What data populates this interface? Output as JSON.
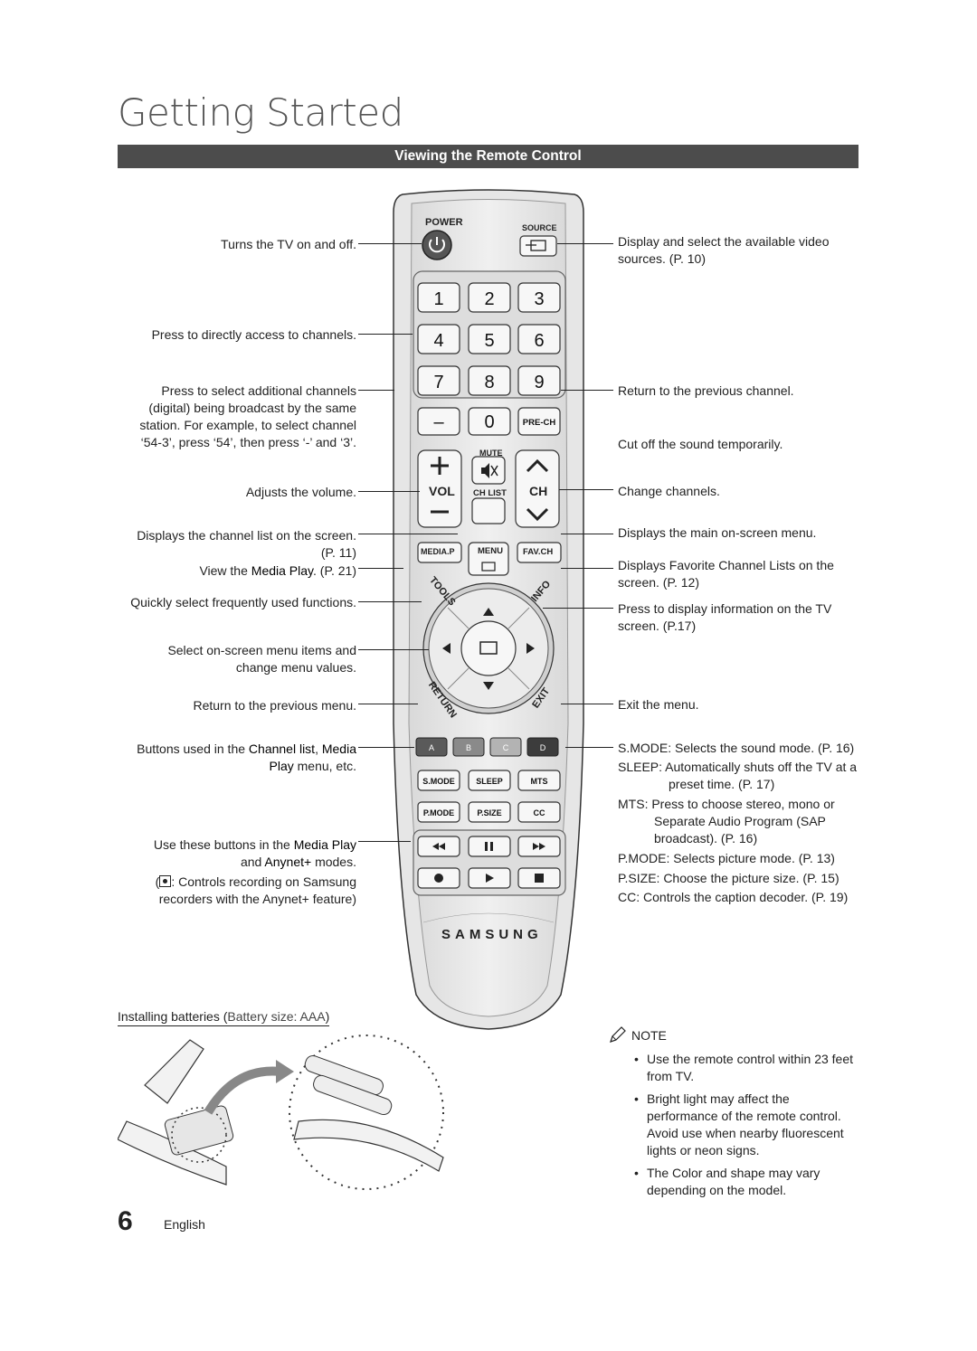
{
  "page_title": "Getting Started",
  "section_header": "Viewing the Remote Control",
  "remote": {
    "power_label": "POWER",
    "source_label": "SOURCE",
    "num_keys": [
      "1",
      "2",
      "3",
      "4",
      "5",
      "6",
      "7",
      "8",
      "9"
    ],
    "dash_key": "–",
    "zero_key": "0",
    "prech_label": "PRE-CH",
    "mute_label": "MUTE",
    "vol_label": "VOL",
    "chlist_label": "CH LIST",
    "ch_label": "CH",
    "mediap_label": "MEDIA.P",
    "menu_label": "MENU",
    "favch_label": "FAV.CH",
    "tools_label": "TOOLS",
    "info_label": "INFO",
    "return_label": "RETURN",
    "exit_label": "EXIT",
    "color_keys": [
      {
        "label": "A",
        "color": "#5a5a5a"
      },
      {
        "label": "B",
        "color": "#8a8a8a"
      },
      {
        "label": "C",
        "color": "#b3b3b3"
      },
      {
        "label": "D",
        "color": "#3c3c3c"
      }
    ],
    "row_keys_1": [
      "S.MODE",
      "SLEEP",
      "MTS"
    ],
    "row_keys_2": [
      "P.MODE",
      "P.SIZE",
      "CC"
    ],
    "brand": "SAMSUNG"
  },
  "left_labels": {
    "power": "Turns the TV on and off.",
    "numbers": "Press to directly access to channels.",
    "dash": [
      "Press to select additional channels",
      "(digital) being broadcast by the same",
      "station. For example, to select channel",
      "‘54-3’, press ‘54’, then press ‘-’ and ‘3’."
    ],
    "volume": "Adjusts the volume.",
    "chlist": [
      "Displays the channel list on the screen.",
      "(P. 11)"
    ],
    "mediap_pre": "View the ",
    "mediap_bold": "Media Play",
    "mediap_post": ". (P. 21)",
    "tools": "Quickly select frequently used functions.",
    "nav": [
      "Select on-screen menu items and",
      "change menu values."
    ],
    "return": "Return to the previous menu.",
    "color_pre": "Buttons used in the ",
    "color_bold1": "Channel list",
    "color_mid": ", ",
    "color_bold2": "Media",
    "color_bold3": "Play",
    "color_post": " menu, etc.",
    "playback_pre": "Use these buttons in the ",
    "playback_bold1": "Media Play",
    "playback_mid": "and ",
    "playback_bold2": "Anynet+",
    "playback_post": " modes.",
    "record": [
      ": Controls recording on Samsung",
      "recorders with the Anynet+ feature)"
    ]
  },
  "right_labels": {
    "source": [
      "Display and select the available video",
      "sources. (P. 10)"
    ],
    "prech": "Return to the previous channel.",
    "mute": "Cut off the sound temporarily.",
    "channels": "Change channels.",
    "menu": "Displays the main on-screen menu.",
    "favch": [
      "Displays Favorite Channel Lists on the",
      "screen. (P. 12)"
    ],
    "info": [
      "Press to display information on the TV",
      "screen. (P.17)"
    ],
    "exit": "Exit the menu.",
    "smode_key": "S.MODE",
    "smode_text": ": Selects the sound mode. (P. 16)",
    "sleep_key": "SLEEP",
    "sleep_text": ": Automatically shuts off the TV at a",
    "sleep_text2": "preset time. (P. 17)",
    "mts_key": "MTS",
    "mts_text": ": Press to choose stereo, mono or",
    "mts_text2": "Separate Audio Program (SAP",
    "mts_text3": "broadcast). (P. 16)",
    "pmode_key": "P.MODE",
    "pmode_text": ": Selects picture mode. (P. 13)",
    "psize_key": "P.SIZE",
    "psize_text": ": Choose the picture size. (P. 15)",
    "cc_key": "CC",
    "cc_text": ": Controls the caption decoder. (P. 19)"
  },
  "batteries": {
    "title": "Installing batteries",
    "size_open": " (",
    "size": "Battery size: AAA",
    "size_close": ")"
  },
  "note": {
    "heading": "NOTE",
    "bullets": [
      "Use the remote control within 23 feet from TV.",
      "Bright light may affect the performance of the remote control. Avoid use when nearby fluorescent lights or neon signs.",
      "The Color and shape may vary depending on the model."
    ]
  },
  "page_number": "6",
  "language": "English"
}
